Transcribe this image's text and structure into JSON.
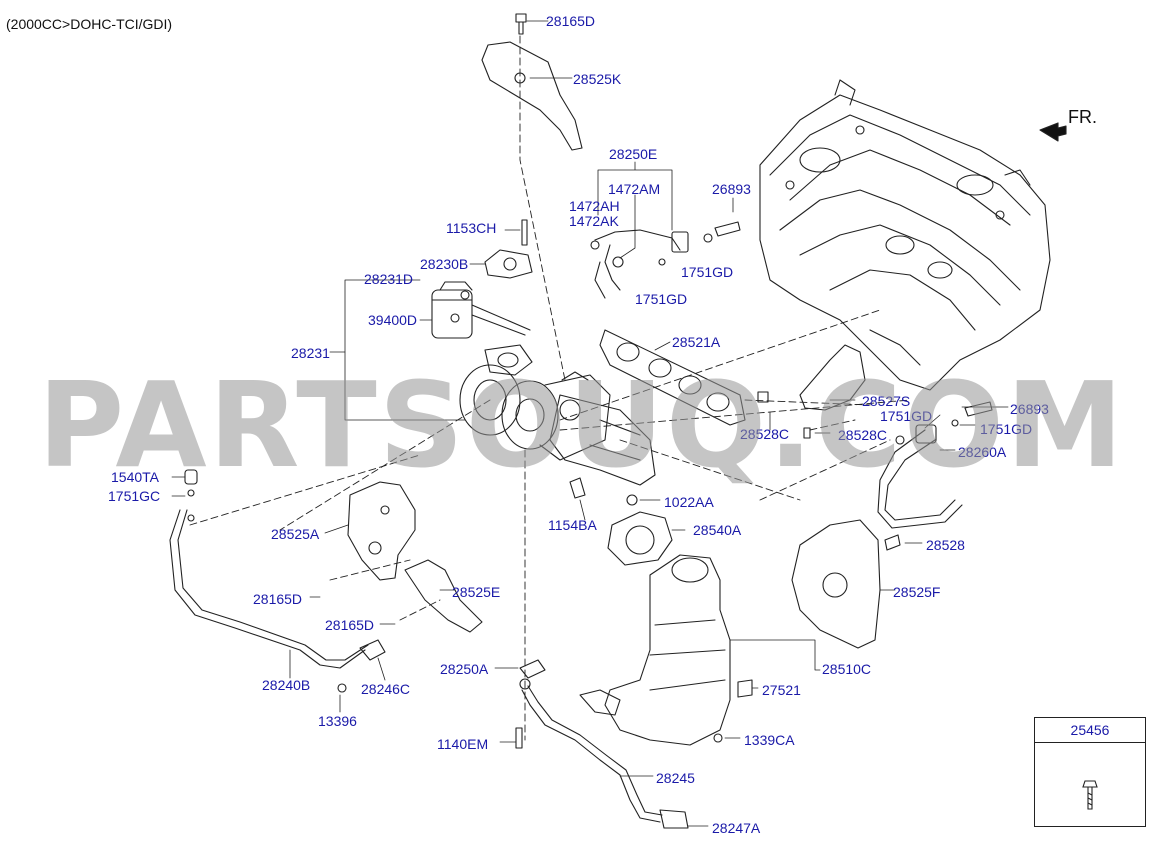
{
  "header": {
    "engine": "(2000CC>DOHC-TCI/GDI)"
  },
  "direction": {
    "label": "FR."
  },
  "watermark": {
    "text": "PARTSOUQ.COM"
  },
  "legend_box": {
    "part": "25456"
  },
  "colors": {
    "label": "#1a1aa8",
    "line": "#222222",
    "watermark": "#969696"
  },
  "parts": [
    {
      "id": "28165D"
    },
    {
      "id": "28525K"
    },
    {
      "id": "28250E"
    },
    {
      "id": "1472AM"
    },
    {
      "id": "1472AH"
    },
    {
      "id": "1472AK"
    },
    {
      "id": "26893"
    },
    {
      "id": "1153CH"
    },
    {
      "id": "28230B"
    },
    {
      "id": "1751GD"
    },
    {
      "id": "28231D"
    },
    {
      "id": "1751GD"
    },
    {
      "id": "39400D"
    },
    {
      "id": "28521A"
    },
    {
      "id": "28231"
    },
    {
      "id": "28527S"
    },
    {
      "id": "26893"
    },
    {
      "id": "1751GD"
    },
    {
      "id": "28528C"
    },
    {
      "id": "28528C"
    },
    {
      "id": "1751GD"
    },
    {
      "id": "28260A"
    },
    {
      "id": "1540TA"
    },
    {
      "id": "1751GC"
    },
    {
      "id": "1022AA"
    },
    {
      "id": "1154BA"
    },
    {
      "id": "28540A"
    },
    {
      "id": "28525A"
    },
    {
      "id": "28528"
    },
    {
      "id": "28525F"
    },
    {
      "id": "28165D"
    },
    {
      "id": "28525E"
    },
    {
      "id": "28165D"
    },
    {
      "id": "28510C"
    },
    {
      "id": "28250A"
    },
    {
      "id": "28240B"
    },
    {
      "id": "28246C"
    },
    {
      "id": "27521"
    },
    {
      "id": "13396"
    },
    {
      "id": "1140EM"
    },
    {
      "id": "1339CA"
    },
    {
      "id": "28245"
    },
    {
      "id": "28247A"
    }
  ]
}
